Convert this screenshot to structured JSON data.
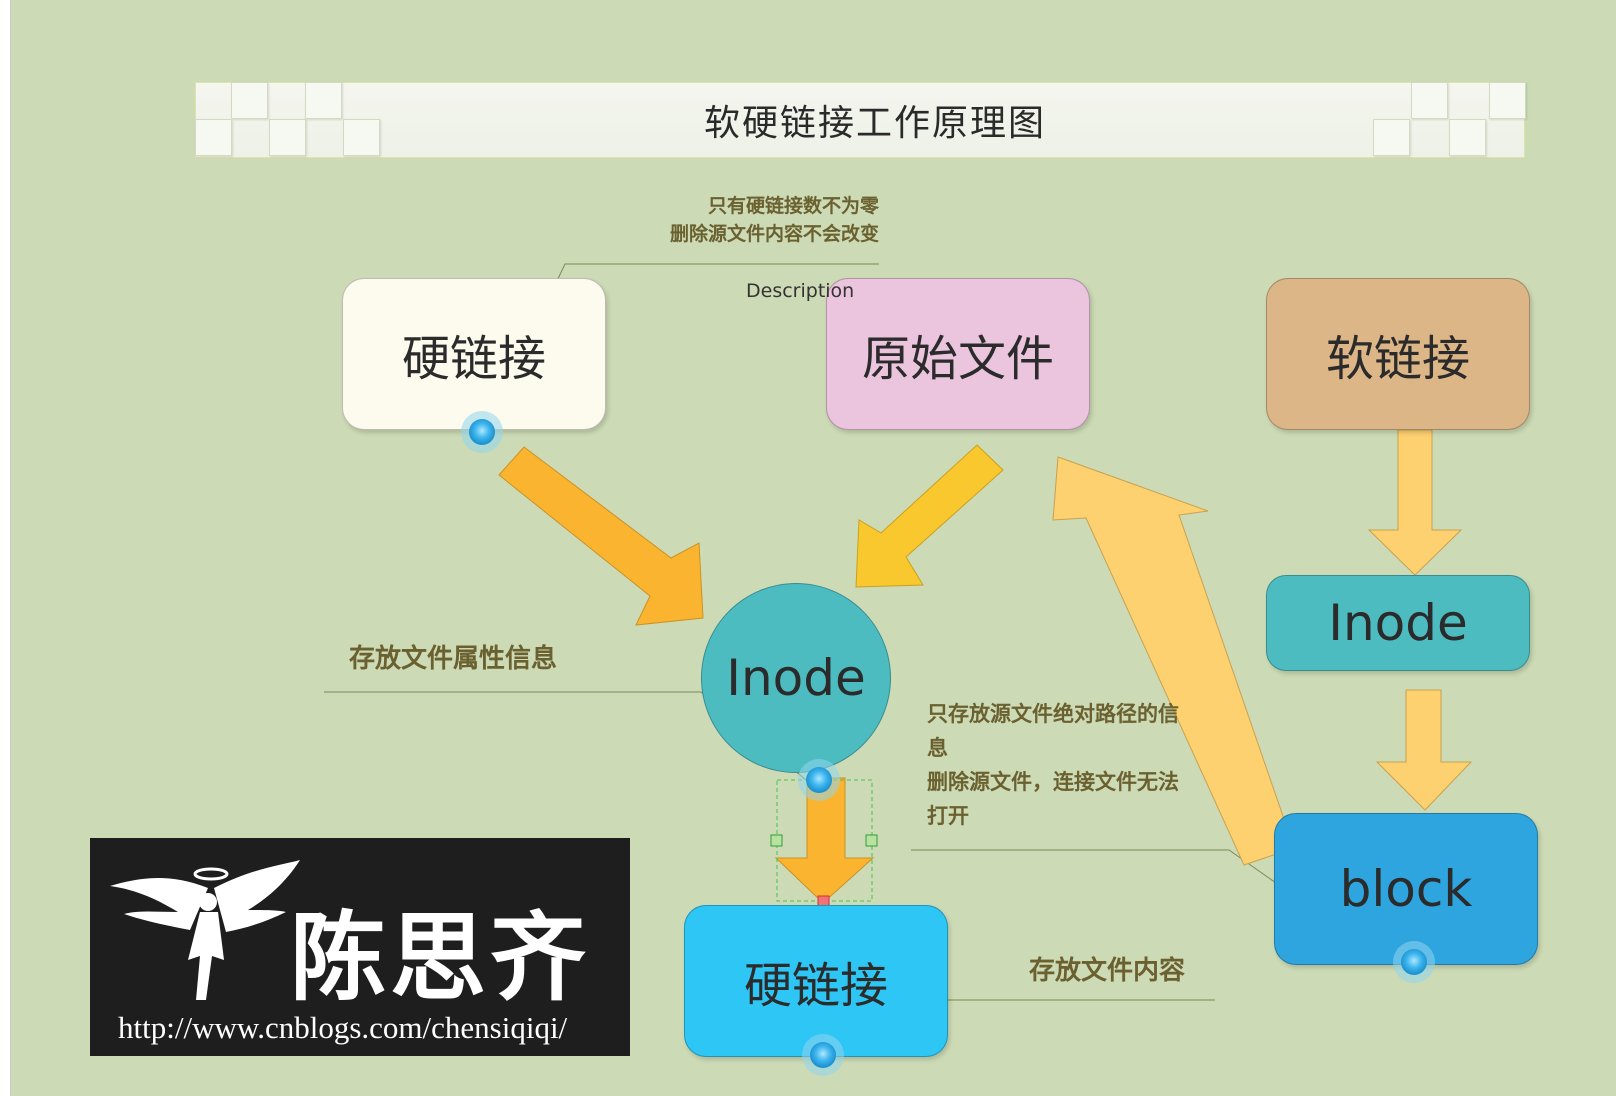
{
  "title": "软硬链接工作原理图",
  "nodes": {
    "hard_link_top": "硬链接",
    "original_file": "原始文件",
    "soft_link": "软链接",
    "inode_center": "Inode",
    "inode_right": "Inode",
    "block": "block",
    "hard_link_bottom": "硬链接"
  },
  "annotations": {
    "hard_link_note": [
      "只有硬链接数不为零",
      "删除源文件内容不会改变"
    ],
    "description_label": "Description",
    "inode_note": "存放文件属性信息",
    "soft_link_note": [
      "只存放源文件绝对路径的信",
      "息",
      "删除源文件，连接文件无法",
      "打开"
    ],
    "block_note": "存放文件内容"
  },
  "logo": {
    "name": "陈思齐",
    "url": "http://www.cnblogs.com/chensiqiqi/"
  },
  "colors": {
    "background": "#ccdab5",
    "arrow_orange": "#fbb430",
    "arrow_yellow": "#f9c82e",
    "arrow_light": "#fdd070",
    "inode": "#4cbcc0",
    "block": "#2ea5df",
    "hard_link_bottom": "#2ec6f4",
    "soft_link": "#ddb688",
    "original_file": "#ebc4dd",
    "hard_link_top": "#fdfaee"
  }
}
